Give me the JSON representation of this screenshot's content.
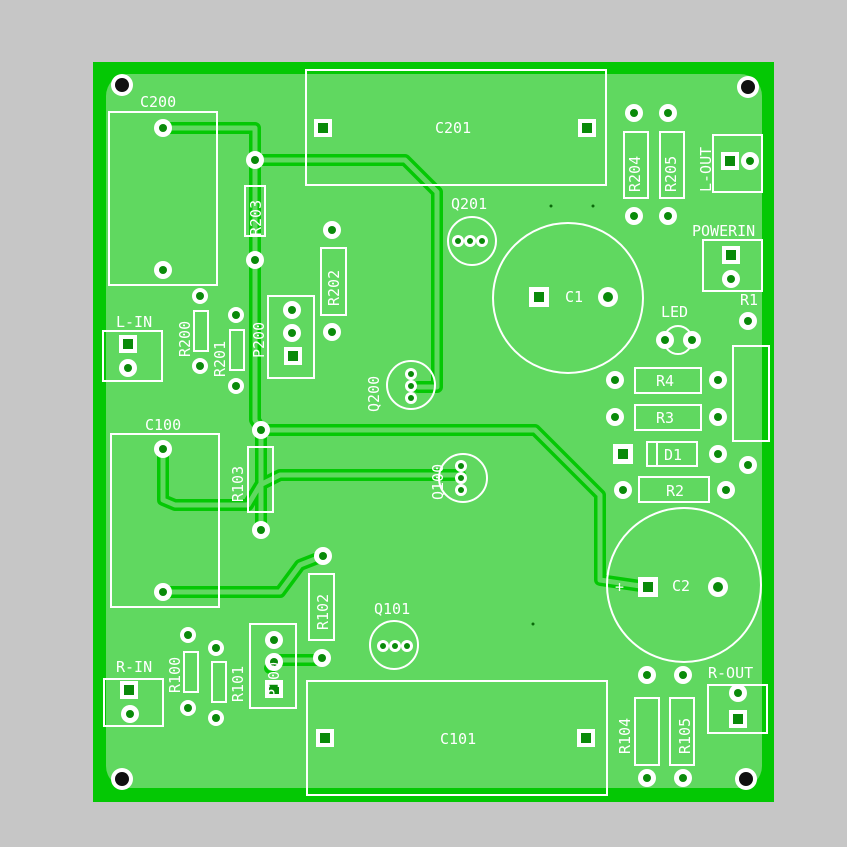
{
  "board": {
    "substrate_color": "#04c804",
    "copper_color": "#60d860",
    "silkscreen_color": "#ffffff",
    "pad_color": "#0a8a0a",
    "background_color": "#c6c6c6"
  },
  "labels": {
    "c200": "C200",
    "c201": "C201",
    "r203": "R203",
    "r202": "R202",
    "r200": "R200",
    "r201": "R201",
    "p200": "P200",
    "l_in": "L-IN",
    "q201": "Q201",
    "q200": "Q200",
    "c1": "C1",
    "r204": "R204",
    "r205": "R205",
    "l_out": "L-OUT",
    "powerin": "POWERIN",
    "r1": "R1",
    "led": "LED",
    "r4": "R4",
    "r3": "R3",
    "d1": "D1",
    "r2": "R2",
    "c100": "C100",
    "r103": "R103",
    "q100": "Q100",
    "c2": "C2",
    "c2_plus": "+",
    "r102": "R102",
    "q101": "Q101",
    "r_in": "R-IN",
    "r100": "R100",
    "r101": "R101",
    "p100": "P100",
    "c101": "C101",
    "r104": "R104",
    "r105": "R105",
    "r_out": "R-OUT"
  }
}
